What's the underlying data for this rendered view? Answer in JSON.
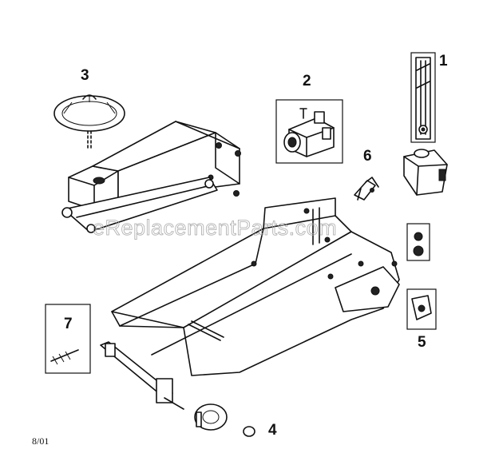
{
  "diagram": {
    "watermark": "eReplacementParts.com",
    "date_code": "8/01",
    "callouts": [
      "1",
      "2",
      "3",
      "4",
      "5",
      "6",
      "7"
    ]
  }
}
